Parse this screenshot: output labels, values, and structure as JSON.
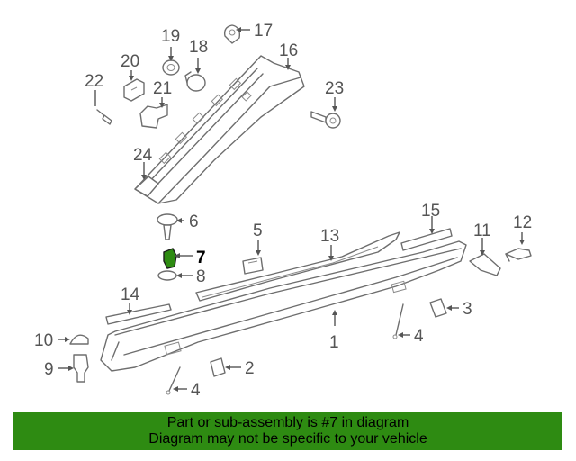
{
  "callouts": [
    {
      "num": "1",
      "highlight": false
    },
    {
      "num": "2",
      "highlight": false
    },
    {
      "num": "3",
      "highlight": false
    },
    {
      "num": "4",
      "highlight": false
    },
    {
      "num": "4",
      "highlight": false
    },
    {
      "num": "5",
      "highlight": false
    },
    {
      "num": "6",
      "highlight": false
    },
    {
      "num": "7",
      "highlight": true
    },
    {
      "num": "8",
      "highlight": false
    },
    {
      "num": "9",
      "highlight": false
    },
    {
      "num": "10",
      "highlight": false
    },
    {
      "num": "11",
      "highlight": false
    },
    {
      "num": "12",
      "highlight": false
    },
    {
      "num": "13",
      "highlight": false
    },
    {
      "num": "14",
      "highlight": false
    },
    {
      "num": "15",
      "highlight": false
    },
    {
      "num": "16",
      "highlight": false
    },
    {
      "num": "17",
      "highlight": false
    },
    {
      "num": "18",
      "highlight": false
    },
    {
      "num": "19",
      "highlight": false
    },
    {
      "num": "20",
      "highlight": false
    },
    {
      "num": "21",
      "highlight": false
    },
    {
      "num": "22",
      "highlight": false
    },
    {
      "num": "23",
      "highlight": false
    },
    {
      "num": "24",
      "highlight": false
    }
  ],
  "banner": {
    "line1": "Part or sub-assembly is #7 in diagram",
    "line2": "Diagram may not be specific to your vehicle"
  },
  "colors": {
    "banner_bg": "#2e8b12",
    "highlight_part": "#2e8b12",
    "line": "#6e6e6e"
  }
}
